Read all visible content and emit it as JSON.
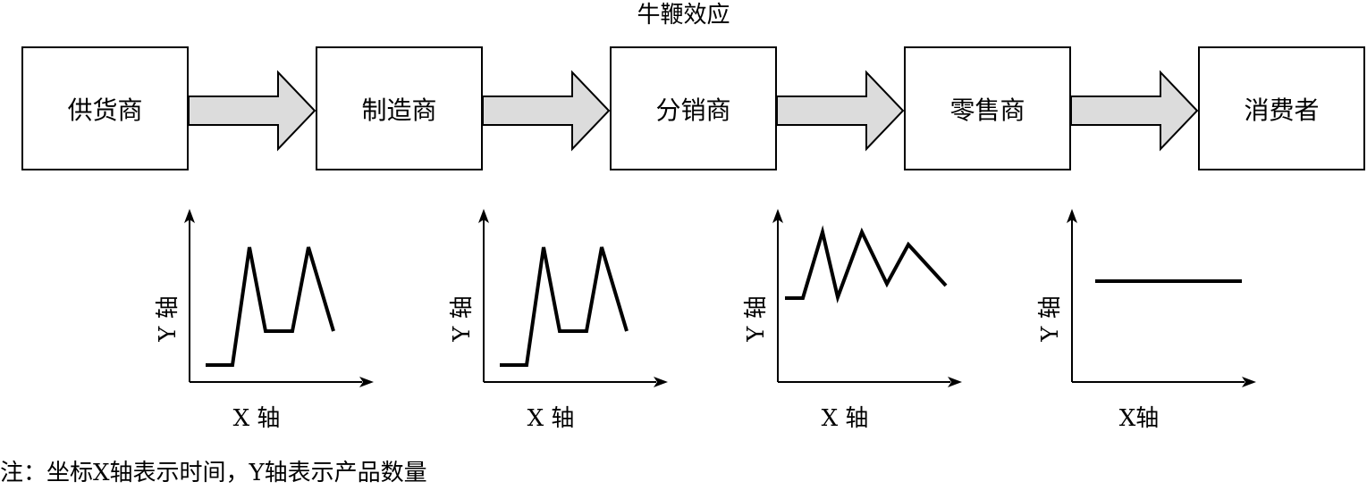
{
  "title": "牛鞭效应",
  "nodes": [
    "供货商",
    "制造商",
    "分销商",
    "零售商",
    "消费者"
  ],
  "charts": [
    {
      "xlabel": "X 轴",
      "ylabel": "Y 轴"
    },
    {
      "xlabel": "X 轴",
      "ylabel": "Y 轴"
    },
    {
      "xlabel": "X 轴",
      "ylabel": "Y 轴"
    },
    {
      "xlabel": "X轴",
      "ylabel": "Y 轴"
    }
  ],
  "note": "注：坐标X轴表示时间，Y轴表示产品数量"
}
